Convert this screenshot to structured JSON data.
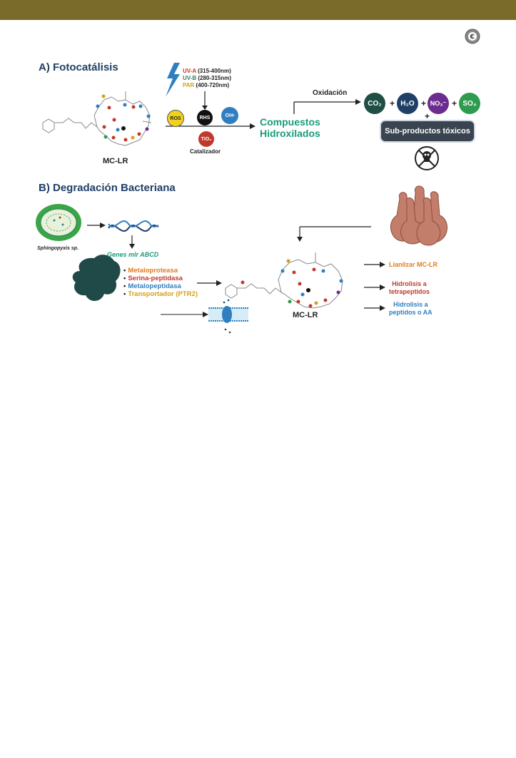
{
  "sectionA": {
    "title": "A) Fotocatálisis",
    "uv": [
      {
        "band": "UV-A",
        "range": "(315-400nm)",
        "color": "#c0392b"
      },
      {
        "band": "UV-B",
        "range": "(280-315nm)",
        "color": "#2e7d6b"
      },
      {
        "band": "PAR",
        "range": "(400-720nm)",
        "color": "#d4a017"
      }
    ],
    "ros": "ROS",
    "rhs": "RHS",
    "oh": "OH•",
    "tio2": "TiO₂",
    "catalyst": "Catalizador",
    "molecule": "MC-LR",
    "compounds": [
      "Compuestos",
      "Hidroxilados"
    ],
    "oxidation": "Oxidación",
    "products": [
      {
        "label": "CO₂",
        "color": "#1f4e45"
      },
      {
        "label": "H₂O",
        "color": "#1f3f66"
      },
      {
        "label": "NO₃⁻",
        "color": "#6b2d8f"
      },
      {
        "label": "SO₄",
        "color": "#2e9b4f"
      }
    ],
    "plus": "+",
    "toxic": "Sub-productos tóxicos",
    "colors": {
      "teal": "#1a9b7b",
      "navy": "#1f3f66"
    }
  },
  "sectionB": {
    "title": "B) Degradación Bacteriana",
    "organism": "Sphingopyxis sp.",
    "genes": "Genes mlr ABCD",
    "enzymes": [
      {
        "label": "Metaloproteasa",
        "color": "#e07b1a"
      },
      {
        "label": "Serina-peptidasa",
        "color": "#c0392b"
      },
      {
        "label": "Metalopeptidasa",
        "color": "#2f7fc0"
      },
      {
        "label": "Transportador (PTR2)",
        "color": "#d4a017"
      }
    ],
    "molecule": "MC-LR",
    "outcomes": [
      {
        "lines": [
          "Lianilzar MC-LR"
        ],
        "color": "#e07b1a"
      },
      {
        "lines": [
          "Hidrolisis a",
          "tetrapeptidos"
        ],
        "color": "#c0392b"
      },
      {
        "lines": [
          "Hidrolisis a",
          "peptidos o AA"
        ],
        "color": "#2f7fc0"
      }
    ]
  }
}
